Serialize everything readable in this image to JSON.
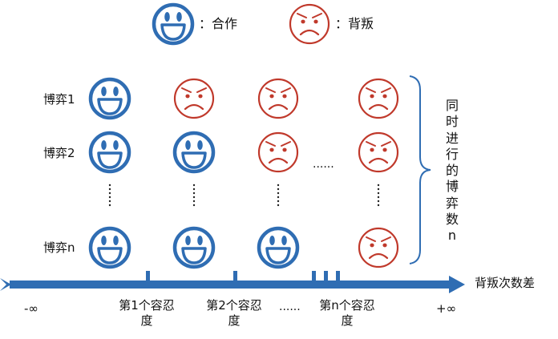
{
  "legend": {
    "cooperate": {
      "icon": "happy-face-icon",
      "label": "：合作"
    },
    "defect": {
      "icon": "angry-face-icon",
      "label": "：背叛"
    }
  },
  "rows": [
    {
      "label": "博弈1",
      "faces": [
        "cooperate",
        "defect",
        "defect",
        "defect"
      ]
    },
    {
      "label": "博弈2",
      "faces": [
        "cooperate",
        "cooperate",
        "defect",
        "defect"
      ]
    },
    {
      "label": "博弈n",
      "faces": [
        "cooperate",
        "cooperate",
        "cooperate",
        "defect"
      ]
    }
  ],
  "ellipsis_mid": "......",
  "ellipsis_axis": "......",
  "brace_label": [
    "同",
    "时",
    "进",
    "行",
    "的",
    "博",
    "弈",
    "数",
    "n"
  ],
  "axis": {
    "label": "背叛次数差",
    "min_label": "-∞",
    "max_label": "+∞",
    "ticks": [
      {
        "label": "第1个容忍度"
      },
      {
        "label": "第2个容忍度"
      },
      {
        "label": "第n个容忍度"
      }
    ]
  },
  "colors": {
    "cooperate": "#2f6db3",
    "defect": "#c0392b",
    "axis": "#2f6db3"
  }
}
